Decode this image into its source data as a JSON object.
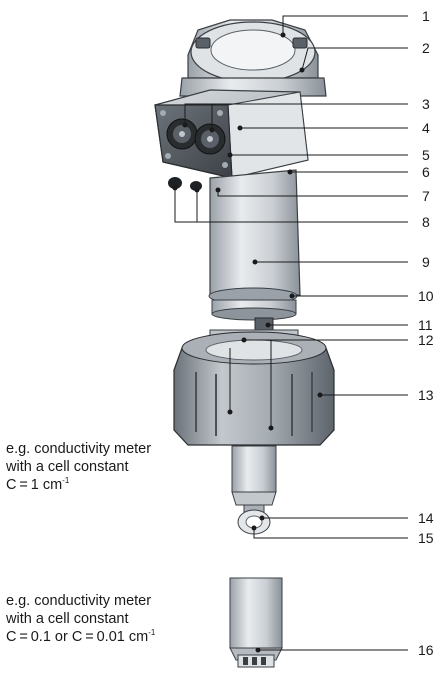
{
  "captions": [
    {
      "lines": [
        "e.g. conductivity meter",
        "with a cell constant"
      ],
      "formula_prefix": "C = 1 cm",
      "formula_sup": "-1"
    },
    {
      "lines": [
        "e.g. conductivity meter",
        "with a cell constant"
      ],
      "formula_prefix": "C = 0.1 or C = 0.01 cm",
      "formula_sup": "-1"
    }
  ],
  "callouts": [
    "1",
    "2",
    "3",
    "4",
    "5",
    "6",
    "7",
    "8",
    "9",
    "10",
    "11",
    "12",
    "13",
    "14",
    "15",
    "16"
  ],
  "colors": {
    "metal_light": "#e4e7ea",
    "metal_mid": "#c3c8cd",
    "metal_dark": "#8d949b",
    "body_dark": "#5a6067",
    "outline": "#3a3f44",
    "black_plug": "#2a2d30",
    "leader": "#1a1a1a"
  }
}
